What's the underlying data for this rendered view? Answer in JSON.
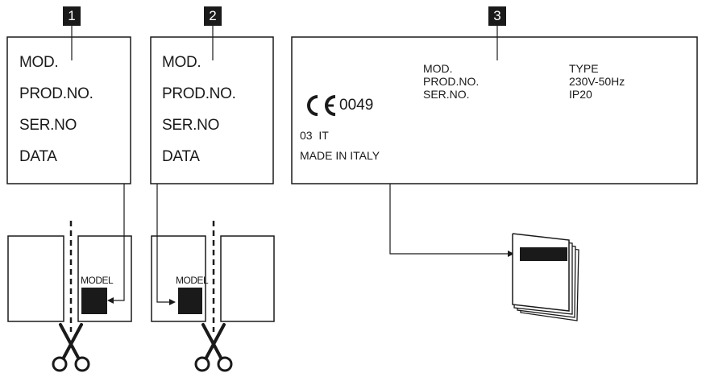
{
  "tags": {
    "t1": "1",
    "t2": "2",
    "t3": "3"
  },
  "plate1": {
    "lines": [
      "MOD.",
      "PROD.NO.",
      "SER.NO",
      "DATA"
    ]
  },
  "plate2": {
    "lines": [
      "MOD.",
      "PROD.NO.",
      "SER.NO",
      "DATA"
    ]
  },
  "plate3": {
    "col1": [
      "MOD.",
      "PROD.NO.",
      "SER.NO."
    ],
    "col2": [
      "TYPE",
      "230V-50Hz",
      "IP20"
    ],
    "ce_number": "0049",
    "country_line": "03  IT",
    "made_in": "MADE IN ITALY"
  },
  "model_label_left": "MODEL",
  "model_label_right": "MODEL",
  "icons": [
    "ce-mark-icon",
    "scissors-icon",
    "manual-booklet-icon"
  ],
  "colors": {
    "ink": "#1a1a1a",
    "paper": "#ffffff"
  }
}
